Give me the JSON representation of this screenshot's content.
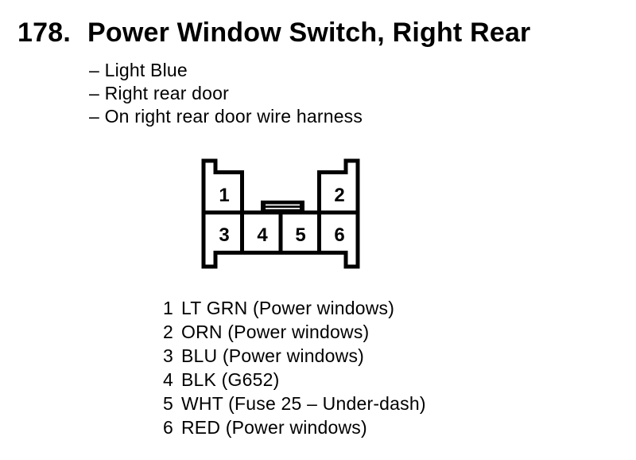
{
  "page": {
    "paper_color": "#ffffff",
    "ink_color": "#000000"
  },
  "header": {
    "item_number": "178.",
    "title": "Power Window Switch, Right Rear"
  },
  "notes": {
    "lines": [
      "– Light Blue",
      "– Right rear door",
      "– On right rear door wire harness"
    ]
  },
  "connector": {
    "description": "6-cavity connector, face view, center latch tab",
    "pins": [
      "1",
      "2",
      "3",
      "4",
      "5",
      "6"
    ]
  },
  "legend": {
    "rows": [
      {
        "pin": "1",
        "label": "LT GRN (Power windows)"
      },
      {
        "pin": "2",
        "label": "ORN (Power windows)"
      },
      {
        "pin": "3",
        "label": "BLU (Power windows)"
      },
      {
        "pin": "4",
        "label": "BLK (G652)"
      },
      {
        "pin": "5",
        "label": "WHT (Fuse 25 – Under-dash)"
      },
      {
        "pin": "6",
        "label": "RED (Power windows)"
      }
    ]
  }
}
